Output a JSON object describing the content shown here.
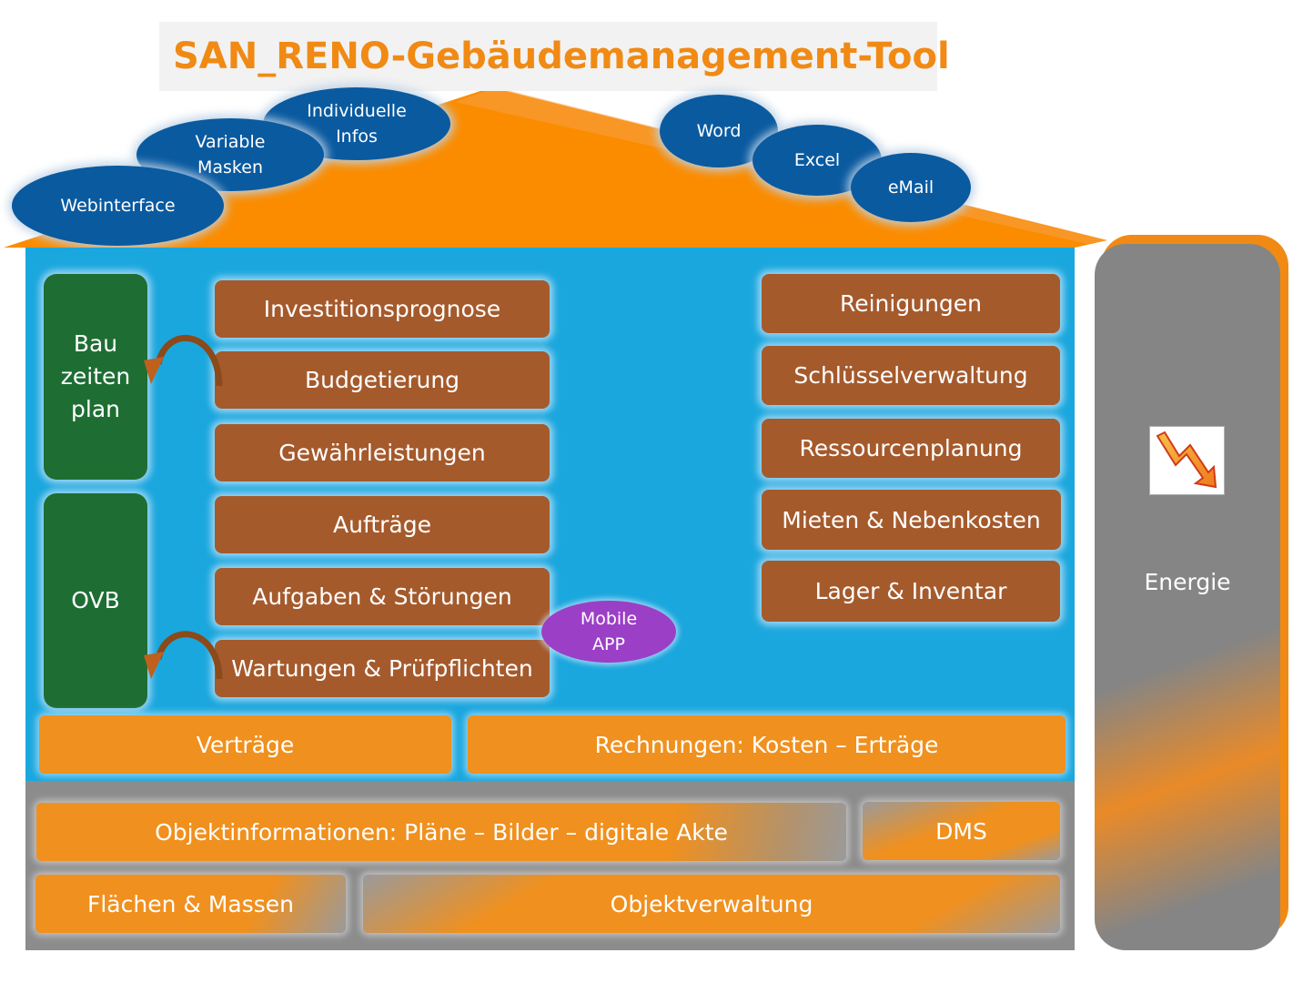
{
  "title": "SAN_RENO-Gebäudemanagement-Tool",
  "clouds": {
    "webinterface": "Webinterface",
    "variable_masken": [
      "Variable",
      "Masken"
    ],
    "individuelle_infos": [
      "Individuelle",
      "Infos"
    ],
    "word": "Word",
    "excel": "Excel",
    "email": "eMail"
  },
  "left_column": {
    "bauzeitenplan": [
      "Bau",
      "zeiten",
      "plan"
    ],
    "ovb": "OVB"
  },
  "middle_modules": [
    "Investitionsprognose",
    "Budgetierung",
    "Gewährleistungen",
    "Aufträge",
    "Aufgaben & Störungen",
    "Wartungen & Prüfpflichten"
  ],
  "right_modules": [
    "Reinigungen",
    "Schlüsselverwaltung",
    "Ressourcenplanung",
    "Mieten & Nebenkosten",
    "Lager & Inventar"
  ],
  "mobile_app": [
    "Mobile",
    "APP"
  ],
  "bottom_bars": {
    "vertraege": "Verträge",
    "rechnungen": "Rechnungen: Kosten – Erträge"
  },
  "foundation": {
    "objektinformationen": "Objektinformationen: Pläne – Bilder – digitale Akte",
    "dms": "DMS",
    "flaechen": "Flächen & Massen",
    "objektverwaltung": "Objektverwaltung"
  },
  "energy": {
    "label": "Energie",
    "icon": "energy-arrow-icon"
  },
  "colors": {
    "title_orange": "#f08a14",
    "roof_orange": "#fb8c00",
    "house_blue": "#1aa7de",
    "module_brown": "#a55a2c",
    "module_green": "#1e6e33",
    "bar_orange": "#f0901e",
    "foundation_gray": "#8c8c8c",
    "cloud_blue": "#0a5aa0",
    "mobile_purple": "#9b3fc6"
  }
}
